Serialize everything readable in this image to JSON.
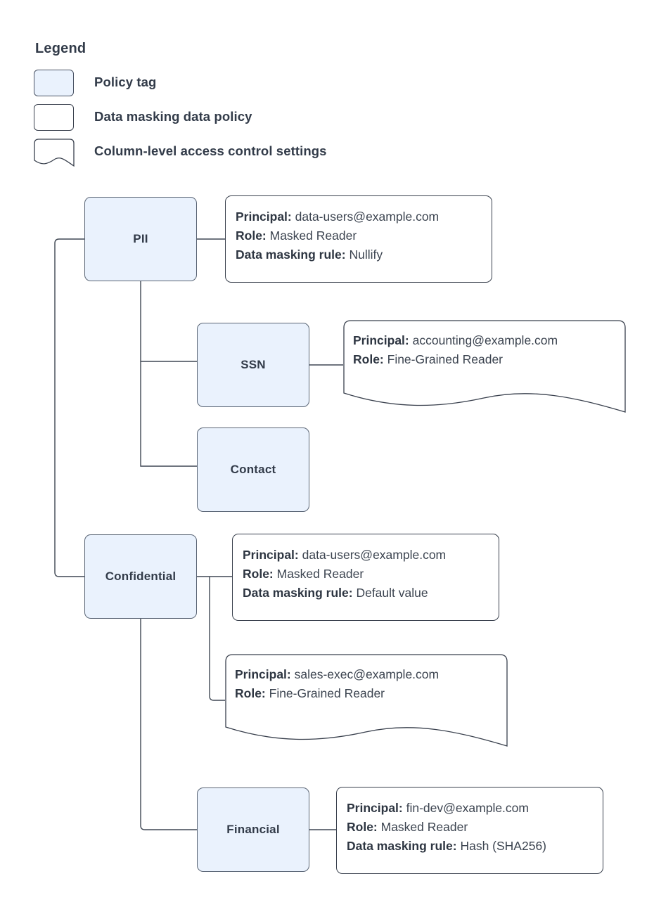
{
  "legend": {
    "title": "Legend",
    "items": [
      {
        "shape": "policy-tag-swatch",
        "label": "Policy tag"
      },
      {
        "shape": "data-policy-swatch",
        "label": "Data masking data policy"
      },
      {
        "shape": "access-control-swatch",
        "label": "Column-level access control settings"
      }
    ]
  },
  "colors": {
    "tag_fill": "#eaf2fd",
    "tag_border": "#5a6575",
    "callout_border": "#39404d",
    "text": "#323b49",
    "edge": "#3f4753",
    "background": "#ffffff"
  },
  "nodes": [
    {
      "id": "pii",
      "label": "PII"
    },
    {
      "id": "ssn",
      "label": "SSN"
    },
    {
      "id": "contact",
      "label": "Contact"
    },
    {
      "id": "confidential",
      "label": "Confidential"
    },
    {
      "id": "financial",
      "label": "Financial"
    }
  ],
  "labels": {
    "principal": "Principal:",
    "role": "Role:",
    "masking_rule": "Data masking rule:"
  },
  "callouts": [
    {
      "id": "pii-policy",
      "shape": "rectangle",
      "principal": "data-users@example.com",
      "role": "Masked Reader",
      "masking_rule": "Nullify"
    },
    {
      "id": "ssn-access",
      "shape": "wave-bottom",
      "principal": "accounting@example.com",
      "role": "Fine-Grained Reader"
    },
    {
      "id": "confidential-policy",
      "shape": "rectangle",
      "principal": "data-users@example.com",
      "role": "Masked Reader",
      "masking_rule": "Default value"
    },
    {
      "id": "confidential-access",
      "shape": "wave-bottom",
      "principal": "sales-exec@example.com",
      "role": "Fine-Grained Reader"
    },
    {
      "id": "financial-policy",
      "shape": "rectangle",
      "principal": "fin-dev@example.com",
      "role": "Masked Reader",
      "masking_rule": "Hash (SHA256)"
    }
  ]
}
